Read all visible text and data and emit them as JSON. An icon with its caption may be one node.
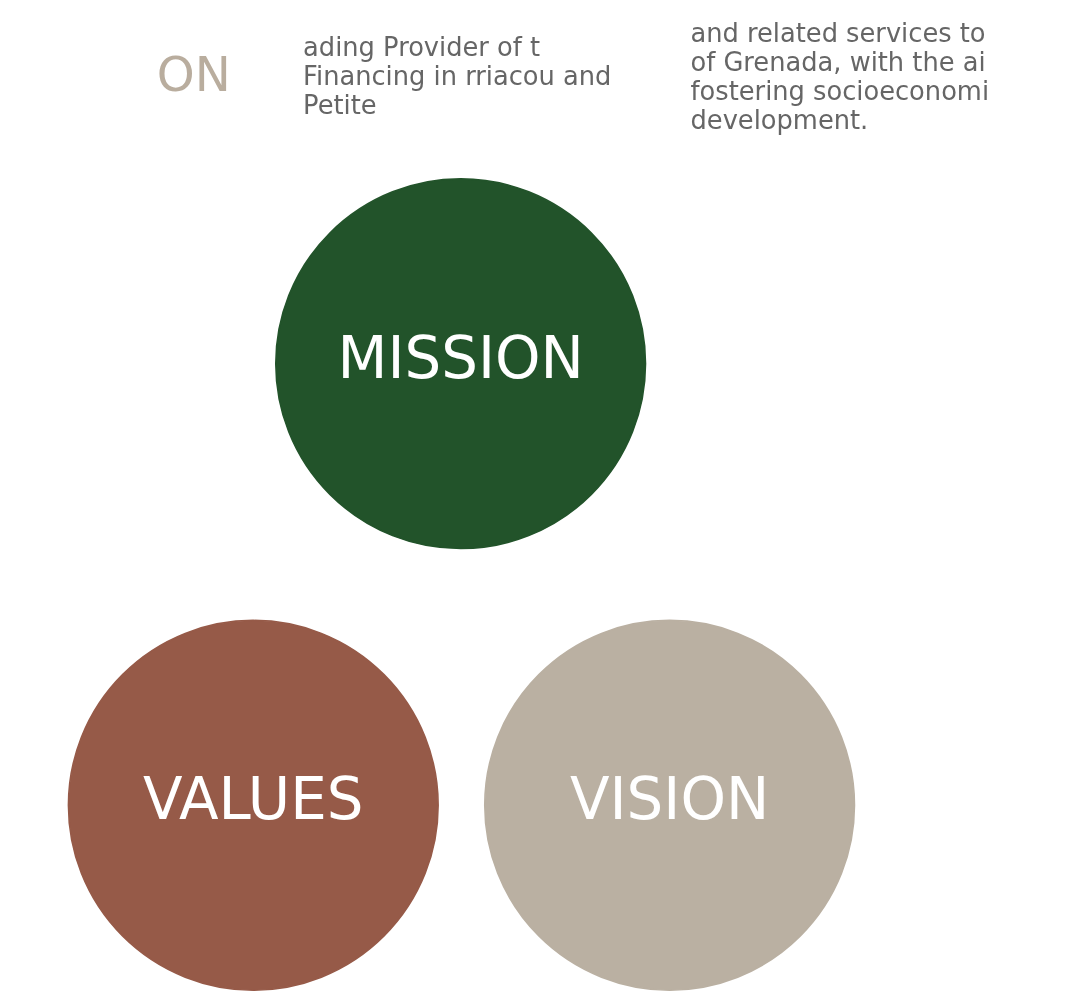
{
  "diagram": {
    "nodes": [
      {
        "text": [
          "MISSION"
        ]
      },
      {
        "text": [
          "VALUES"
        ]
      },
      {
        "text": [
          "VISION"
        ]
      }
    ],
    "labels": [
      "ON",
      "ading Provider of t Financing in rriacou and Petite",
      "and related services to of Grenada, with the ai fostering socioeconomi development."
    ]
  }
}
